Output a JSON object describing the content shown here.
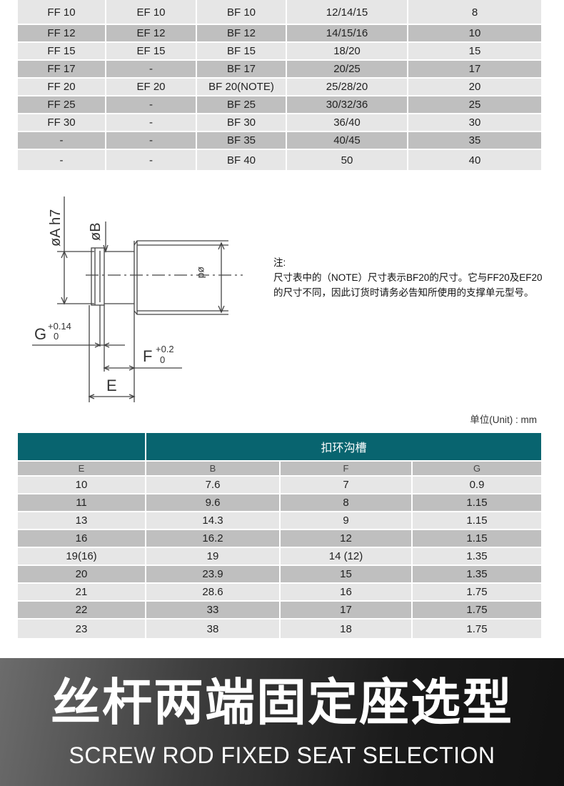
{
  "support_table": {
    "rows": [
      [
        "FF 10",
        "EF 10",
        "BF 10",
        "12/14/15",
        "8"
      ],
      [
        "FF 12",
        "EF 12",
        "BF 12",
        "14/15/16",
        "10"
      ],
      [
        "FF 15",
        "EF 15",
        "BF 15",
        "18/20",
        "15"
      ],
      [
        "FF 17",
        "-",
        "BF 17",
        "20/25",
        "17"
      ],
      [
        "FF 20",
        "EF 20",
        "BF 20(NOTE)",
        "25/28/20",
        "20"
      ],
      [
        "FF 25",
        "-",
        "BF 25",
        "30/32/36",
        "25"
      ],
      [
        "FF 30",
        "-",
        "BF 30",
        "36/40",
        "30"
      ],
      [
        "-",
        "-",
        "BF 35",
        "40/45",
        "35"
      ],
      [
        "-",
        "-",
        "BF 40",
        "50",
        "40"
      ]
    ]
  },
  "diagram": {
    "labels": {
      "a": "øA h7",
      "b": "øB",
      "d": "ød",
      "g": "G",
      "g_tol_upper": "+0.14",
      "g_tol_lower": "0",
      "f": "F",
      "f_tol_upper": "+0.2",
      "f_tol_lower": "0",
      "e": "E"
    }
  },
  "note": {
    "title": "注:",
    "body": "尺寸表中的（NOTE）尺寸表示BF20的尺寸。它与FF20及EF20的尺寸不同，因此订货时请务必告知所使用的支撑单元型号。"
  },
  "unit_label": "单位(Unit) : mm",
  "groove_table": {
    "header_group": "扣环沟槽",
    "columns": [
      "E",
      "B",
      "F",
      "G"
    ],
    "rows": [
      [
        "10",
        "7.6",
        "7",
        "0.9"
      ],
      [
        "11",
        "9.6",
        "8",
        "1.15"
      ],
      [
        "13",
        "14.3",
        "9",
        "1.15"
      ],
      [
        "16",
        "16.2",
        "12",
        "1.15"
      ],
      [
        "19(16)",
        "19",
        "14 (12)",
        "1.35"
      ],
      [
        "20",
        "23.9",
        "15",
        "1.35"
      ],
      [
        "21",
        "28.6",
        "16",
        "1.75"
      ],
      [
        "22",
        "33",
        "17",
        "1.75"
      ],
      [
        "23",
        "38",
        "18",
        "1.75"
      ]
    ]
  },
  "banner": {
    "title_cn": "丝杆两端固定座选型",
    "title_en": "SCREW ROD FIXED SEAT SELECTION"
  },
  "colors": {
    "header_teal": "#08646f",
    "row_light": "#e6e6e6",
    "row_dark": "#bfbfbf"
  }
}
